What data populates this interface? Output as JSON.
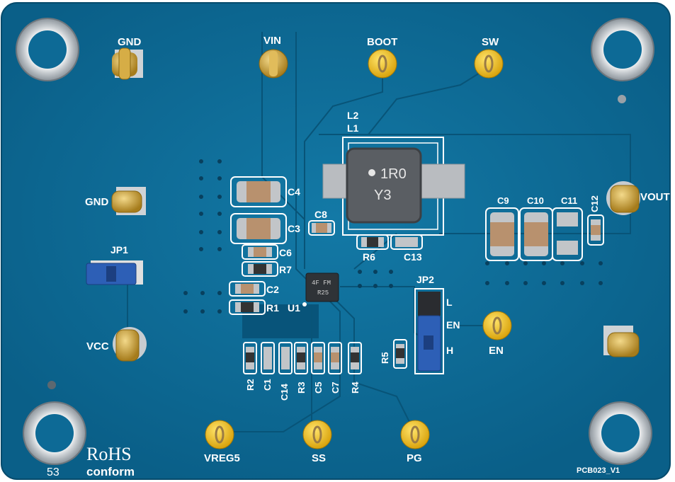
{
  "board": {
    "colors": {
      "pcb": "#0d6a96",
      "pcb_dark": "#07577f",
      "trace": "#0a4f74",
      "silk": "#ffffff",
      "gold": "#c8a23a",
      "yellow": "#f2c31b",
      "jumper": "#2d5fb6",
      "tin": "#b9bcc0",
      "cap": "#b8916e"
    },
    "labels": {
      "gnd_top": "GND",
      "vin": "VIN",
      "boot": "BOOT",
      "sw": "SW",
      "l2": "L2",
      "l1": "L1",
      "gnd_left": "GND",
      "vout": "VOUT",
      "jp1": "JP1",
      "vcc": "VCC",
      "c4": "C4",
      "c3": "C3",
      "c8": "C8",
      "c6": "C6",
      "r7": "R7",
      "c2": "C2",
      "r1": "R1",
      "u1": "U1",
      "r6": "R6",
      "c13": "C13",
      "c9": "C9",
      "c10": "C10",
      "c11": "C11",
      "c12": "C12",
      "jp2": "JP2",
      "jp2_l": "L",
      "jp2_en": "EN",
      "jp2_h": "H",
      "en": "EN",
      "r5": "R5",
      "r2": "R2",
      "c1": "C1",
      "c14": "C14",
      "r3": "R3",
      "c5": "C5",
      "c7": "C7",
      "r4": "R4",
      "vreg5": "VREG5",
      "ss": "SS",
      "pg": "PG",
      "rohs": "RoHS",
      "conform": "conform",
      "code": "53",
      "pcb_id": "PCB023_V1"
    },
    "inductor_marking": {
      "line1": "1R0",
      "line2": "Y3"
    },
    "ic_marking": {
      "line1": "4F FM",
      "line2": "R25"
    }
  }
}
